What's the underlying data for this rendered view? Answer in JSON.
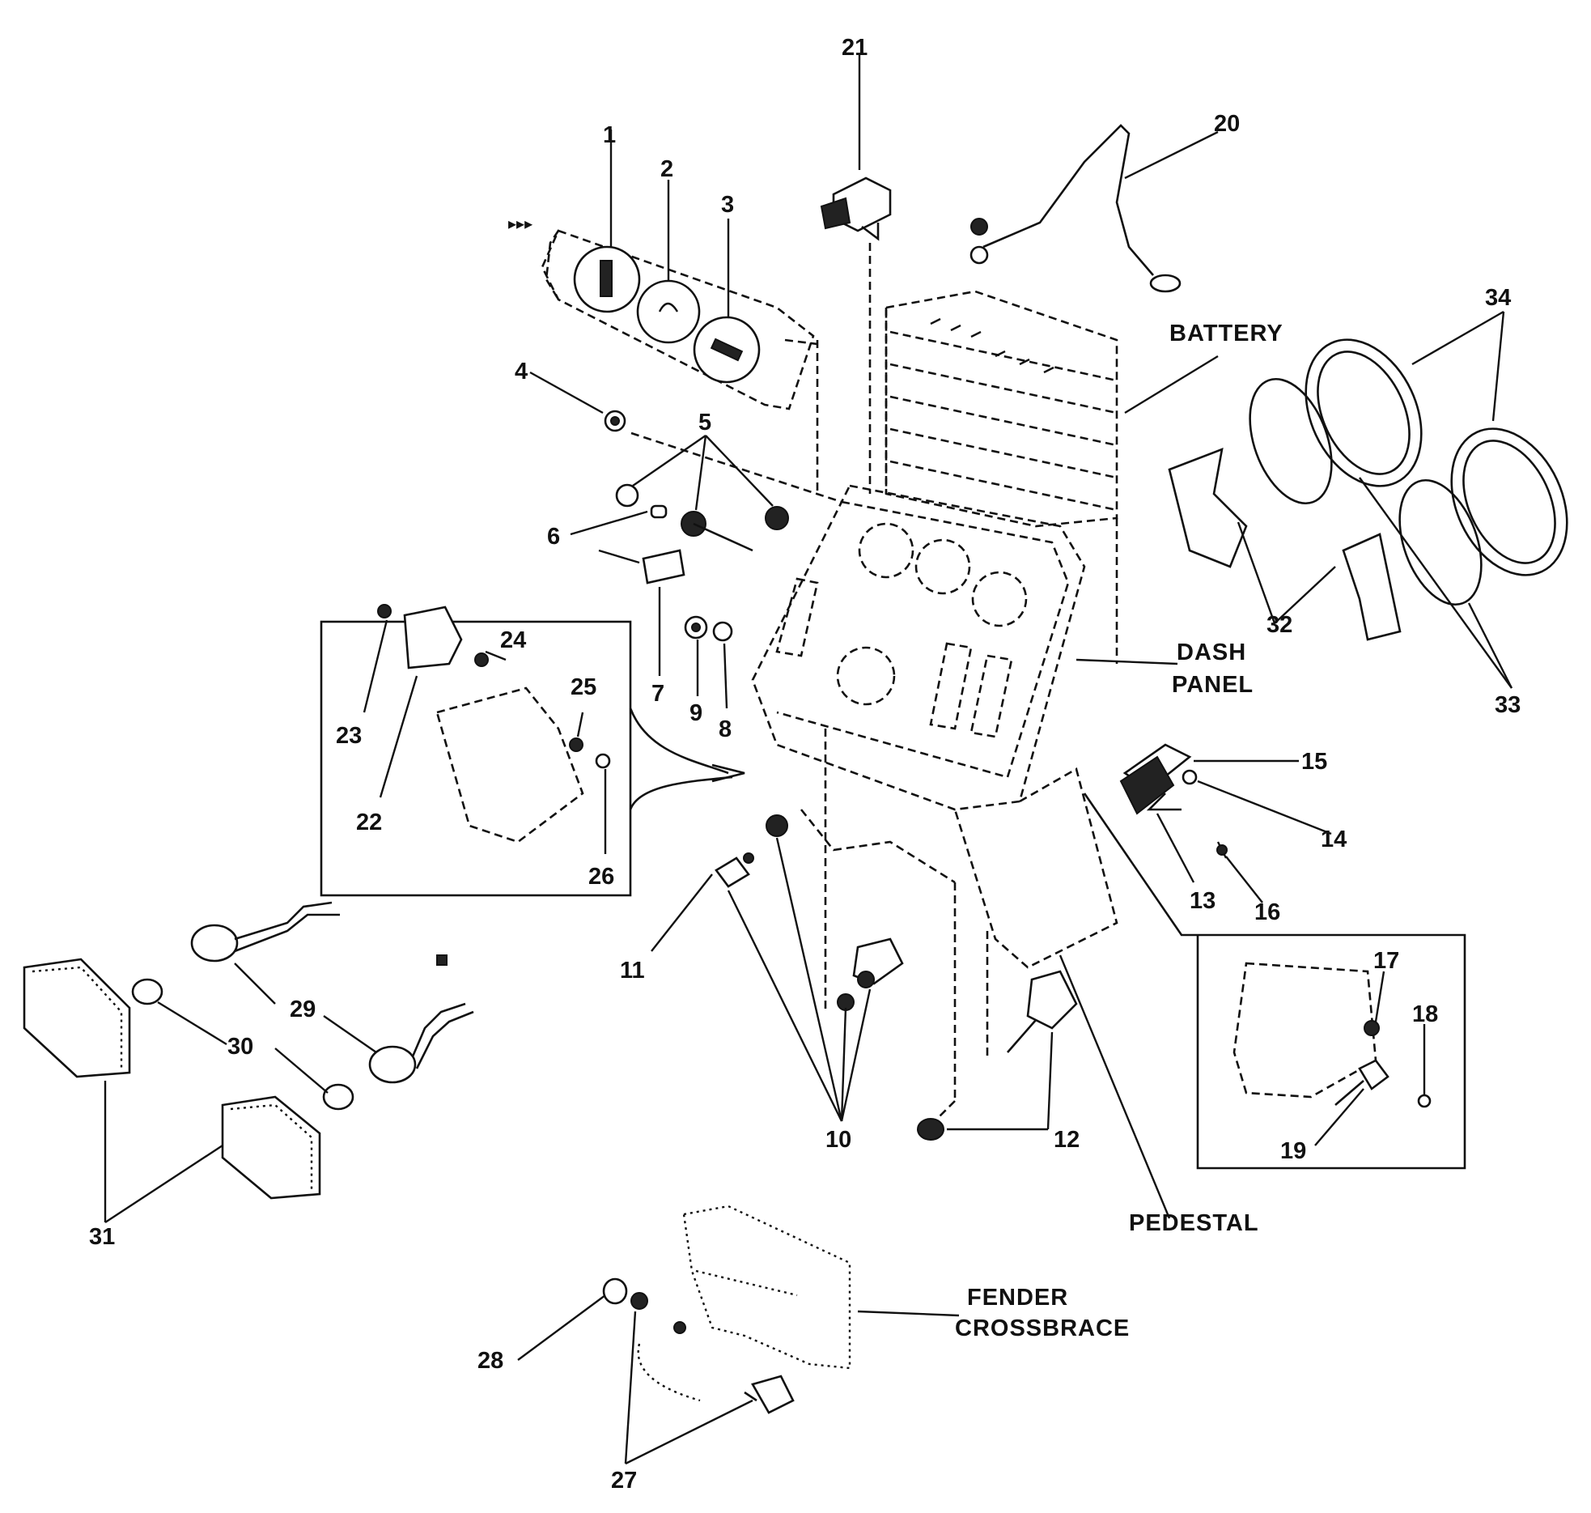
{
  "callouts": [
    "1",
    "2",
    "3",
    "4",
    "5",
    "6",
    "7",
    "8",
    "9",
    "10",
    "11",
    "12",
    "13",
    "14",
    "15",
    "16",
    "17",
    "18",
    "19",
    "20",
    "21",
    "22",
    "23",
    "24",
    "25",
    "26",
    "27",
    "28",
    "29",
    "30",
    "31",
    "32",
    "33",
    "34"
  ],
  "labels": {
    "battery": "BATTERY",
    "dash_panel_1": "DASH",
    "dash_panel_2": "PANEL",
    "pedestal": "PEDESTAL",
    "fender_crossbrace_1": "FENDER",
    "fender_crossbrace_2": "CROSSBRACE"
  }
}
